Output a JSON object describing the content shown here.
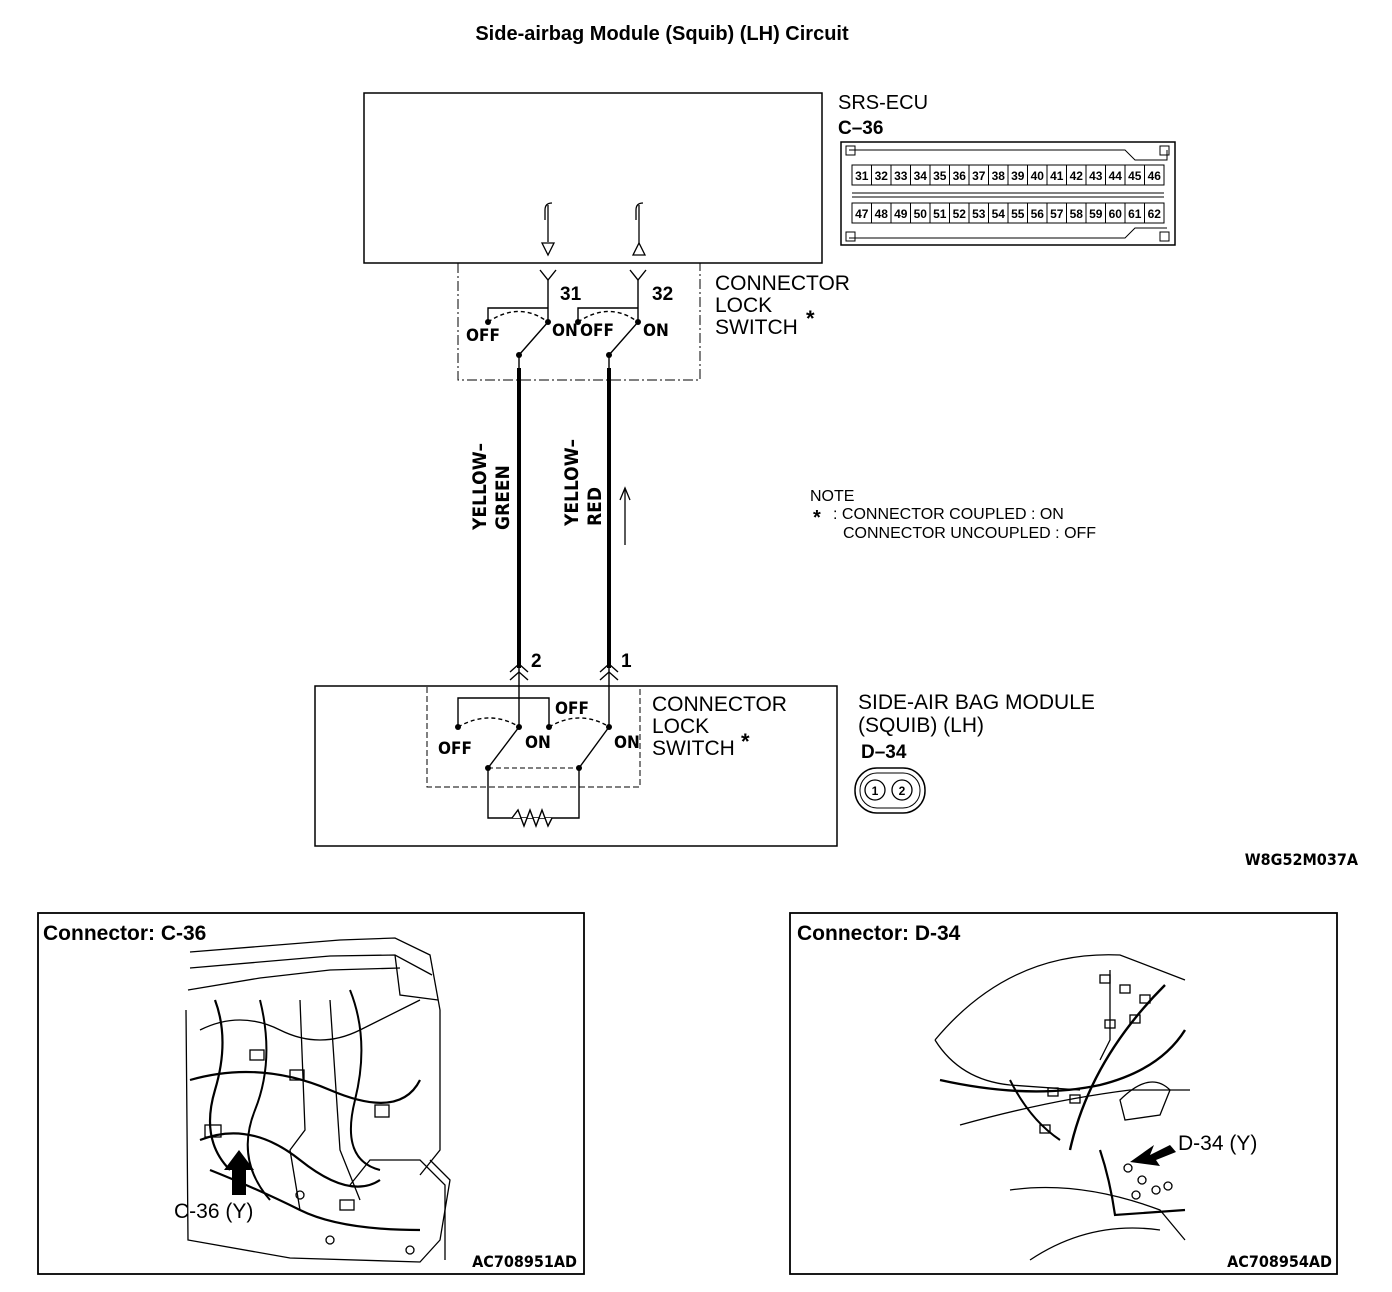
{
  "title": "Side-airbag Module (Squib) (LH) Circuit",
  "ecu": {
    "name": "SRS-ECU",
    "connector": "C–36",
    "pins_top": [
      "31",
      "32",
      "33",
      "34",
      "35",
      "36",
      "37",
      "38",
      "39",
      "40",
      "41",
      "42",
      "43",
      "44",
      "45",
      "46"
    ],
    "pins_bottom": [
      "47",
      "48",
      "49",
      "50",
      "51",
      "52",
      "53",
      "54",
      "55",
      "56",
      "57",
      "58",
      "59",
      "60",
      "61",
      "62"
    ],
    "terminal_a": "31",
    "terminal_b": "32"
  },
  "lock_switch_upper": {
    "line1": "CONNECTOR",
    "line2": "LOCK",
    "line3": "SWITCH",
    "star": "*",
    "off_a": "OFF",
    "on_a": "ON",
    "off_b": "OFF",
    "on_b": "ON"
  },
  "wires": {
    "left_line1": "YELLOW–",
    "left_line2": "GREEN",
    "right_line1": "YELLOW–",
    "right_line2": "RED"
  },
  "note": {
    "heading": "NOTE",
    "star": "*",
    "line1": ": CONNECTOR COUPLED : ON",
    "line2": "CONNECTOR UNCOUPLED : OFF"
  },
  "module": {
    "terminal_left": "2",
    "terminal_right": "1",
    "line1": "SIDE-AIR BAG MODULE",
    "line2": "(SQUIB) (LH)",
    "connector": "D–34",
    "pin1": "1",
    "pin2": "2"
  },
  "lock_switch_lower": {
    "line1": "CONNECTOR",
    "line2": "LOCK",
    "line3": "SWITCH",
    "star": "*",
    "off_top": "OFF",
    "off_left": "OFF",
    "on_a": "ON",
    "on_b": "ON"
  },
  "diagram_code": "W8G52M037A",
  "panels": [
    {
      "title": "Connector: C-36",
      "callout": "C-36 (Y)",
      "code": "AC708951AD"
    },
    {
      "title": "Connector: D-34",
      "callout": "D-34 (Y)",
      "code": "AC708954AD"
    }
  ]
}
